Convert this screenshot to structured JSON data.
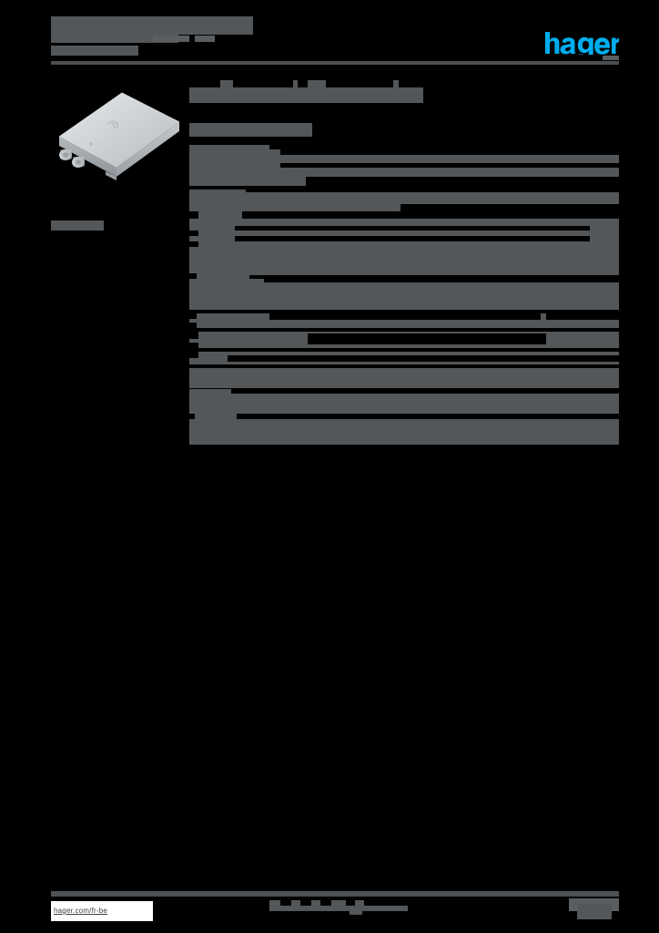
{
  "document": {
    "type": "product-datasheet",
    "background_color": "#000000",
    "redaction_color": "#545759",
    "brand_color": "#00AEEF",
    "header": {
      "title_redacted": true,
      "subtitle_redacted": true
    },
    "logo": {
      "name": "hager",
      "wordmark": "hager",
      "color": "#00AEEF",
      "trademark_mark_redacted": true
    }
  },
  "left_column": {
    "product_image": {
      "name": "product-photo",
      "description": "grey rectangular enclosure with cable glands",
      "body_color": "#c9ccce",
      "top_color": "#dfe2e4",
      "side_color": "#9fa4a8",
      "gland_color": "#b9bdc0"
    },
    "caption_redacted": true
  },
  "main": {
    "product_heading_redacted": true,
    "reference_line_redacted": true,
    "spec_table": {
      "rows": [
        {
          "name": "spec-row-1",
          "redacted": true
        },
        {
          "name": "spec-row-2",
          "redacted": true
        },
        {
          "name": "spec-row-3",
          "redacted": true
        },
        {
          "name": "spec-row-4",
          "redacted": true
        },
        {
          "name": "spec-row-5",
          "redacted": true
        },
        {
          "name": "spec-row-6",
          "redacted": true
        },
        {
          "name": "spec-row-7",
          "redacted": true
        },
        {
          "name": "spec-row-8",
          "redacted": true
        },
        {
          "name": "spec-row-9",
          "redacted": true
        },
        {
          "name": "spec-row-10",
          "redacted": true
        }
      ]
    }
  },
  "footer": {
    "url": "hager.com/fr-be",
    "center_text_redacted": true,
    "page_number_redacted": true
  }
}
